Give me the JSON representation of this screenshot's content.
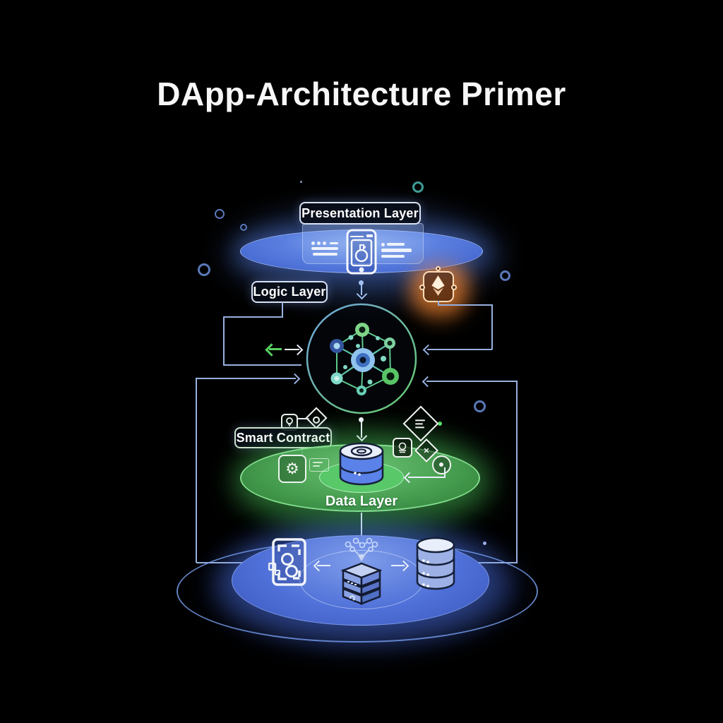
{
  "title": "DApp-Architecture Primer",
  "layers": {
    "presentation": {
      "label": "Presentation Layer"
    },
    "logic": {
      "label": "Logic Layer"
    },
    "smart_contract": {
      "label": "Smart Contract"
    },
    "data": {
      "label": "Data Layer"
    }
  },
  "colors": {
    "background": "#000000",
    "layer_blue": "#4a6fd8",
    "layer_green": "#57c463",
    "ethereum_orange": "#f0924a",
    "connector_blue": "#96b0df",
    "outline_white": "#eef2fa"
  },
  "icons": {
    "presentation_center": "mobile-app-icon",
    "logic_center": "blockchain-network-icon",
    "logic_side": "ethereum-chip-icon",
    "data_center": "database-icon",
    "contract_processor": "gear-chip-icon",
    "contract_idea": "idea-chip-icon",
    "contract_document": "document-diamond-icon",
    "contract_sync": "sync-circle-icon",
    "storage_scan": "qr-scan-icon",
    "storage_blocks": "block-stack-icon",
    "storage_database": "database-stack-icon"
  }
}
